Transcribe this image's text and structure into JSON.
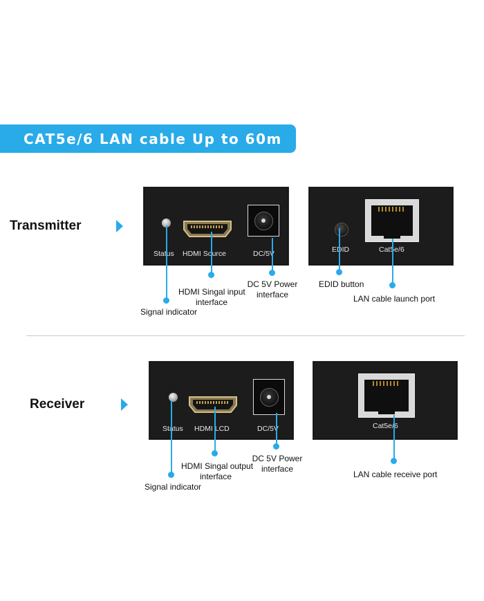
{
  "banner": {
    "title": "CAT5e/6 LAN cable Up to 60m"
  },
  "colors": {
    "accent": "#29aae9",
    "panel": "#1c1c1c",
    "text": "#111111"
  },
  "transmitter": {
    "label": "Transmitter",
    "front_panel": {
      "status": "Status",
      "hdmi": "HDMI Source",
      "dc": "DC/5V"
    },
    "back_panel": {
      "edid": "EDID",
      "port": "Cat5e/6"
    },
    "callouts": {
      "signal_indicator": "Signal indicator",
      "hdmi_line1": "HDMI Singal input",
      "hdmi_line2": "interface",
      "dc_line1": "DC 5V Power",
      "dc_line2": "interface",
      "edid_button": "EDID button",
      "lan": "LAN cable launch port"
    }
  },
  "receiver": {
    "label": "Receiver",
    "front_panel": {
      "status": "Status",
      "hdmi": "HDMI LCD",
      "dc": "DC/5V"
    },
    "back_panel": {
      "port": "Cat5e/6"
    },
    "callouts": {
      "signal_indicator": "Signal indicator",
      "hdmi_line1": "HDMI Singal output",
      "hdmi_line2": "interface",
      "dc_line1": "DC 5V Power",
      "dc_line2": "interface",
      "lan": "LAN cable receive port"
    }
  }
}
